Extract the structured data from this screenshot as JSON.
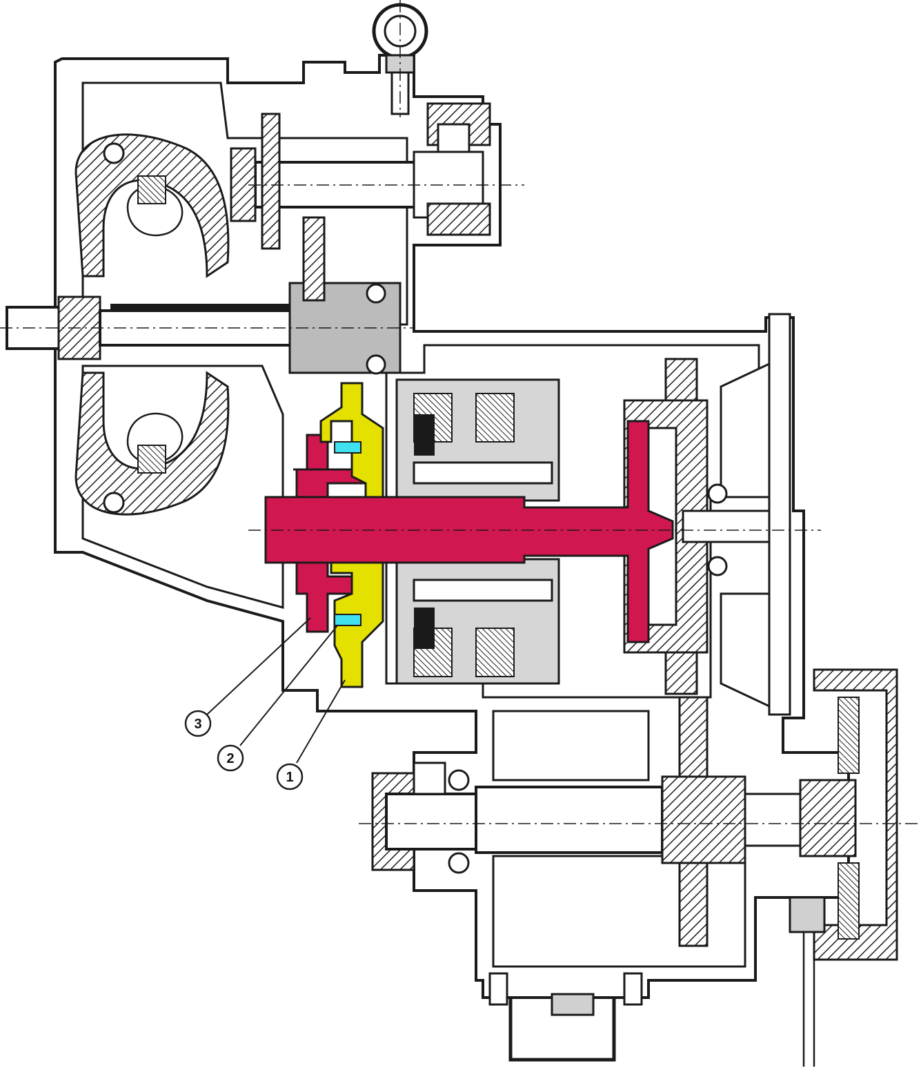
{
  "colors": {
    "red_part": "#d1174f",
    "yellow_part": "#e4e000",
    "cyan_part": "#3fe0f0",
    "line": "#1a1a1a",
    "section": "#c8c8c8",
    "background": "#ffffff"
  },
  "callouts": [
    {
      "id": "3",
      "label": "3"
    },
    {
      "id": "2",
      "label": "2"
    },
    {
      "id": "1",
      "label": "1"
    }
  ]
}
